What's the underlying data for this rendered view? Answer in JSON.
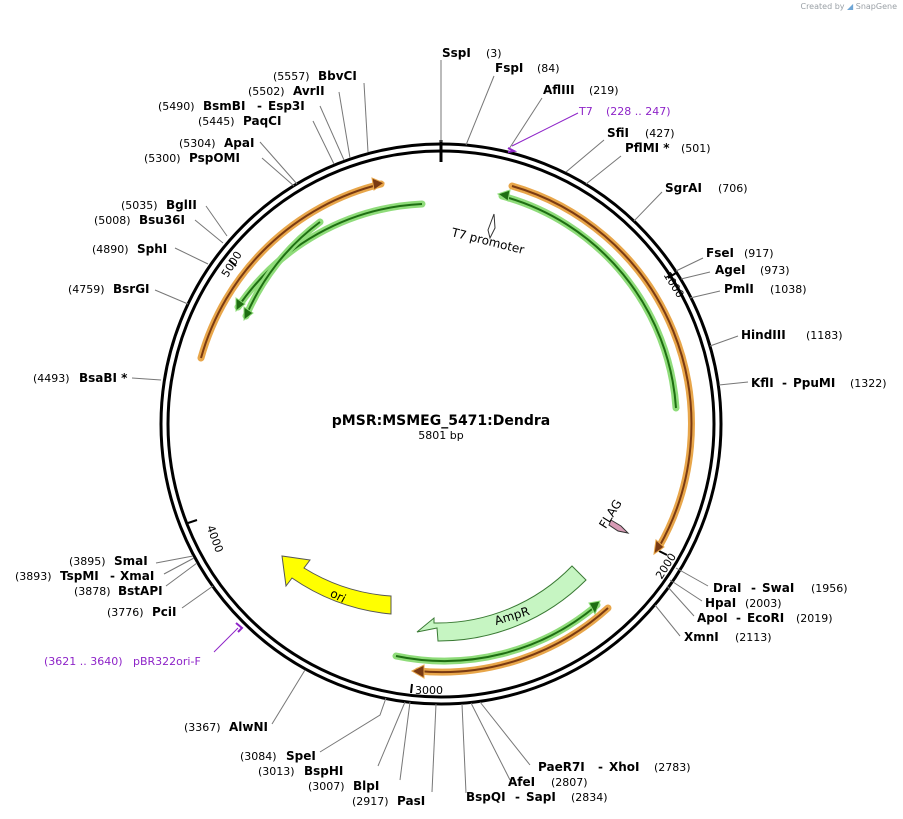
{
  "watermark": {
    "prefix": "Created by",
    "brand": "SnapGene"
  },
  "plasmid": {
    "name": "pMSR:MSMEG_5471:Dendra",
    "size_label": "5801 bp"
  },
  "ticks": [
    "1000",
    "2000",
    "3000",
    "4000",
    "5000"
  ],
  "enzymes": [
    {
      "name": "SspI",
      "pos": "(3)"
    },
    {
      "name": "FspI",
      "pos": "(84)"
    },
    {
      "name": "AflIII",
      "pos": "(219)"
    },
    {
      "name": "SfiI",
      "pos": "(427)"
    },
    {
      "name": "PflMI *",
      "pos": "(501)"
    },
    {
      "name": "SgrAI",
      "pos": "(706)"
    },
    {
      "name": "FseI",
      "pos": "(917)"
    },
    {
      "name": "AgeI",
      "pos": "(973)"
    },
    {
      "name": "PmlI",
      "pos": "(1038)"
    },
    {
      "name": "HindIII",
      "pos": "(1183)"
    },
    {
      "name": "KflI",
      "alt": "PpuMI",
      "pos": "(1322)"
    },
    {
      "name": "DraI",
      "alt": "SwaI",
      "pos": "(1956)"
    },
    {
      "name": "HpaI",
      "pos": "(2003)"
    },
    {
      "name": "ApoI",
      "alt": "EcoRI",
      "pos": "(2019)"
    },
    {
      "name": "XmnI",
      "pos": "(2113)"
    },
    {
      "name": "PaeR7I",
      "alt": "XhoI",
      "pos": "(2783)"
    },
    {
      "name": "AfeI",
      "pos": "(2807)"
    },
    {
      "name": "BspQI",
      "alt": "SapI",
      "pos": "(2834)"
    },
    {
      "name": "PasI",
      "pos": "(2917)"
    },
    {
      "name": "BlpI",
      "pos": "(3007)"
    },
    {
      "name": "BspHI",
      "pos": "(3013)"
    },
    {
      "name": "SpeI",
      "pos": "(3084)"
    },
    {
      "name": "AlwNI",
      "pos": "(3367)"
    },
    {
      "name": "PciI",
      "pos": "(3776)"
    },
    {
      "name": "BstAPI",
      "pos": "(3878)"
    },
    {
      "name": "TspMI",
      "alt": "XmaI",
      "pos": "(3893)"
    },
    {
      "name": "SmaI",
      "pos": "(3895)"
    },
    {
      "name": "BsaBI *",
      "pos": "(4493)"
    },
    {
      "name": "BsrGI",
      "pos": "(4759)"
    },
    {
      "name": "SphI",
      "pos": "(4890)"
    },
    {
      "name": "Bsu36I",
      "pos": "(5008)"
    },
    {
      "name": "BglII",
      "pos": "(5035)"
    },
    {
      "name": "PspOMI",
      "pos": "(5300)"
    },
    {
      "name": "ApaI",
      "pos": "(5304)"
    },
    {
      "name": "PaqCI",
      "pos": "(5445)"
    },
    {
      "name": "BsmBI",
      "alt": "Esp3I",
      "pos": "(5490)"
    },
    {
      "name": "AvrII",
      "pos": "(5502)"
    },
    {
      "name": "BbvCI",
      "pos": "(5557)"
    }
  ],
  "primers": [
    {
      "name": "T7",
      "range": "(228 .. 247)"
    },
    {
      "name": "pBR322ori-F",
      "range": "(3621 .. 3640)"
    }
  ],
  "features": [
    {
      "name": "T7 promoter"
    },
    {
      "name": "FLAG"
    },
    {
      "name": "AmpR"
    },
    {
      "name": "ori"
    }
  ],
  "colors": {
    "backbone": "#000000",
    "cds_outline": "#e8a64a",
    "cds_fill": "#7a3a12",
    "gene_outline": "#8fdc7a",
    "gene_fill": "#1e6e12",
    "ampr": "#c6f5c2",
    "ori": "#ffff00",
    "flag": "#d79bb5",
    "primer": "#8e24c8"
  }
}
